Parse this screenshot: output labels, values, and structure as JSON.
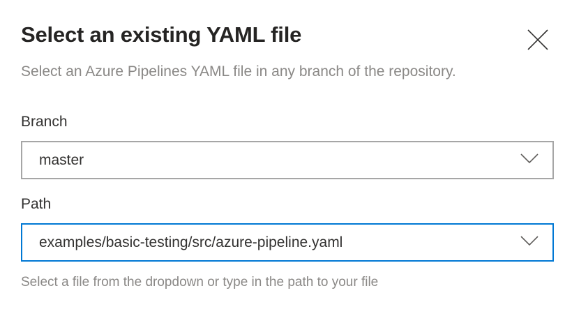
{
  "dialog": {
    "title": "Select an existing YAML file",
    "subtitle": "Select an Azure Pipelines YAML file in any branch of the repository."
  },
  "fields": {
    "branch": {
      "label": "Branch",
      "value": "master"
    },
    "path": {
      "label": "Path",
      "value": "examples/basic-testing/src/azure-pipeline.yaml",
      "hint": "Select a file from the dropdown or type in the path to your file"
    }
  },
  "icons": {
    "close": "close-icon",
    "chevron": "chevron-down-icon"
  },
  "colors": {
    "focus_border": "#0078d4",
    "default_border": "#a6a6a6",
    "text_primary": "#323130",
    "title_color": "#252423",
    "text_secondary": "#8a8886",
    "icon_gray": "#605e5c"
  }
}
